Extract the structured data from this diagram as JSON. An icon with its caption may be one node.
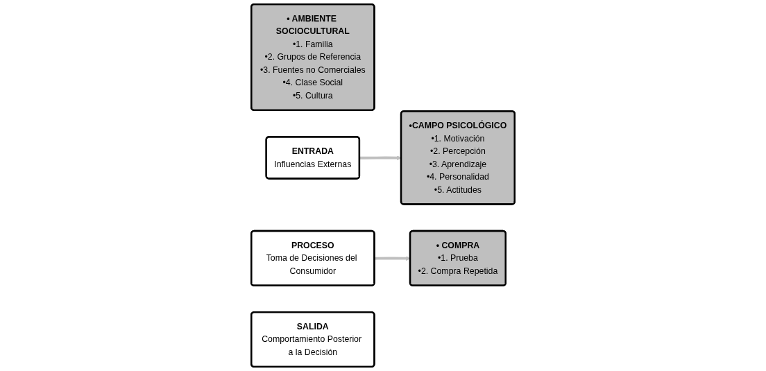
{
  "diagram": {
    "nodes": [
      {
        "text": [
          "• AMBIENTE SOCIOCULTURAL",
          "•1. Familia",
          "•2. Grupos de Referencia",
          "•3. Fuentes no Comerciales",
          "•4. Clase Social",
          "•5. Cultura"
        ]
      },
      {
        "text": [
          "ENTRADA",
          "Influencias Externas"
        ]
      },
      {
        "text": [
          "PROCESO",
          "Toma de Decisiones del Consumidor"
        ]
      },
      {
        "text": [
          "•CAMPO PSICOLÓGICO",
          "•1. Motivación",
          "•2. Percepción",
          "•3. Aprendizaje",
          "•4. Personalidad",
          "•5. Actitudes"
        ]
      },
      {
        "text": [
          "• COMPRA",
          "•1. Prueba",
          "•2. Compra Repetida"
        ]
      },
      {
        "text": [
          "SALIDA",
          "Comportamiento Posterior a la Decisión"
        ]
      }
    ],
    "edges": [
      {
        "from": 1,
        "to": 3,
        "arrow": "to"
      },
      {
        "from": 2,
        "to": 4,
        "arrow": "to"
      }
    ]
  }
}
